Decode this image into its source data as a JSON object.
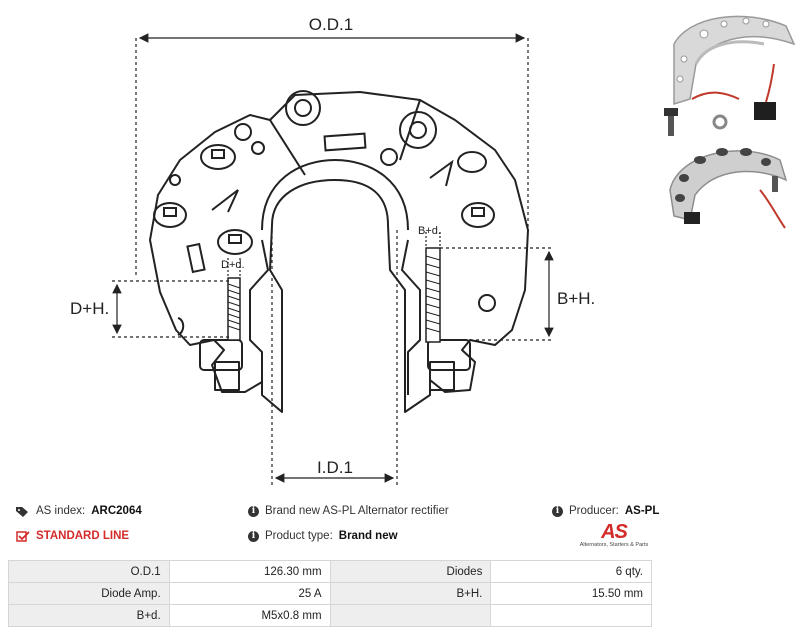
{
  "drawing": {
    "od_label": "O.D.1",
    "id_label": "I.D.1",
    "dh_label": "D+H.",
    "bh_label": "B+H.",
    "dd_label": "D+d.",
    "bd_label": "B+d."
  },
  "info": {
    "as_index_label": "AS index:",
    "as_index_value": "ARC2064",
    "description": "Brand new AS-PL Alternator rectifier",
    "producer_label": "Producer:",
    "producer_value": "AS-PL",
    "standard_line": "STANDARD LINE",
    "product_type_label": "Product type:",
    "product_type_value": "Brand new",
    "logo_text": "AS",
    "logo_subtitle": "Alternators, Starters & Parts"
  },
  "colors": {
    "accent": "#d42b2b",
    "table_key_bg": "#eeeeee",
    "table_border": "#d6d6d6"
  },
  "specs": [
    {
      "k1": "O.D.1",
      "v1": "126.30 mm",
      "k2": "Diodes",
      "v2": "6 qty."
    },
    {
      "k1": "Diode Amp.",
      "v1": "25 A",
      "k2": "B+H.",
      "v2": "15.50 mm"
    },
    {
      "k1": "B+d.",
      "v1": "M5x0.8 mm",
      "k2": "",
      "v2": ""
    }
  ]
}
